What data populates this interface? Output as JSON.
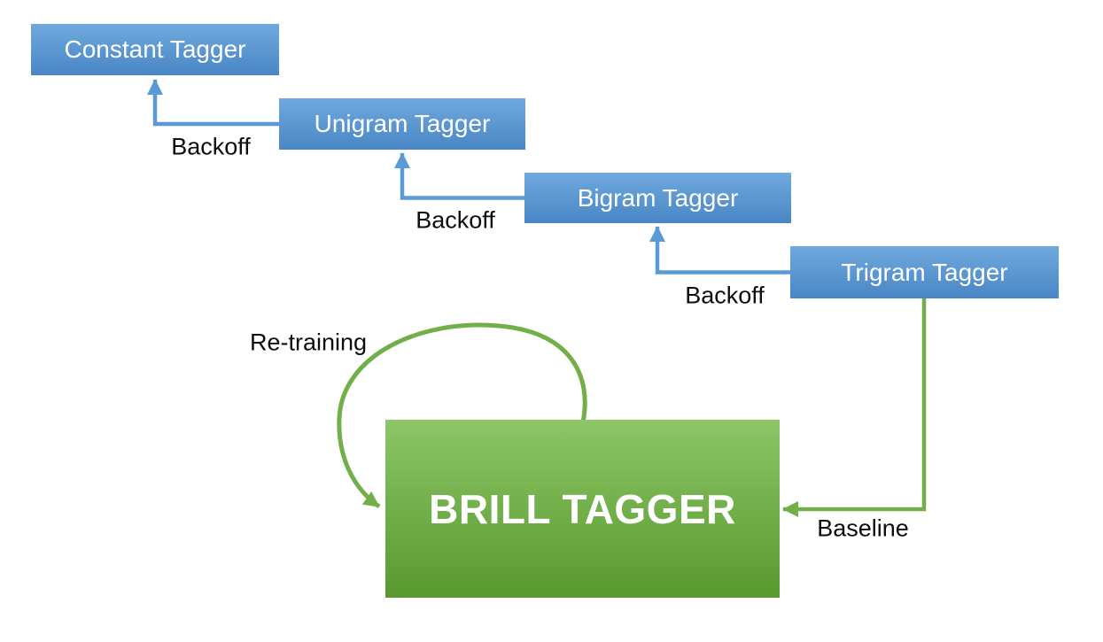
{
  "diagram": {
    "type": "flowchart",
    "nodes": [
      {
        "id": "constant-tagger",
        "label": "Constant Tagger",
        "style": "blue"
      },
      {
        "id": "unigram-tagger",
        "label": "Unigram Tagger",
        "style": "blue"
      },
      {
        "id": "bigram-tagger",
        "label": "Bigram Tagger",
        "style": "blue"
      },
      {
        "id": "trigram-tagger",
        "label": "Trigram Tagger",
        "style": "blue"
      },
      {
        "id": "brill-tagger",
        "label": "BRILL TAGGER",
        "style": "green"
      }
    ],
    "edges": [
      {
        "from": "unigram-tagger",
        "to": "constant-tagger",
        "label": "Backoff",
        "color": "blue"
      },
      {
        "from": "bigram-tagger",
        "to": "unigram-tagger",
        "label": "Backoff",
        "color": "blue"
      },
      {
        "from": "trigram-tagger",
        "to": "bigram-tagger",
        "label": "Backoff",
        "color": "blue"
      },
      {
        "from": "trigram-tagger",
        "to": "brill-tagger",
        "label": "Baseline",
        "color": "green"
      },
      {
        "from": "brill-tagger",
        "to": "brill-tagger",
        "label": "Re-training",
        "color": "green"
      }
    ],
    "colors": {
      "node_blue_top": "#6FA9DD",
      "node_blue_bottom": "#4A86C6",
      "node_green_top": "#8CC667",
      "node_green_bottom": "#58992E",
      "connector_blue": "#5B9BD5",
      "connector_green": "#72AF48",
      "node_text": "#FFFFFF",
      "label_text": "#0D0D0D",
      "background": "#FFFFFF"
    }
  }
}
